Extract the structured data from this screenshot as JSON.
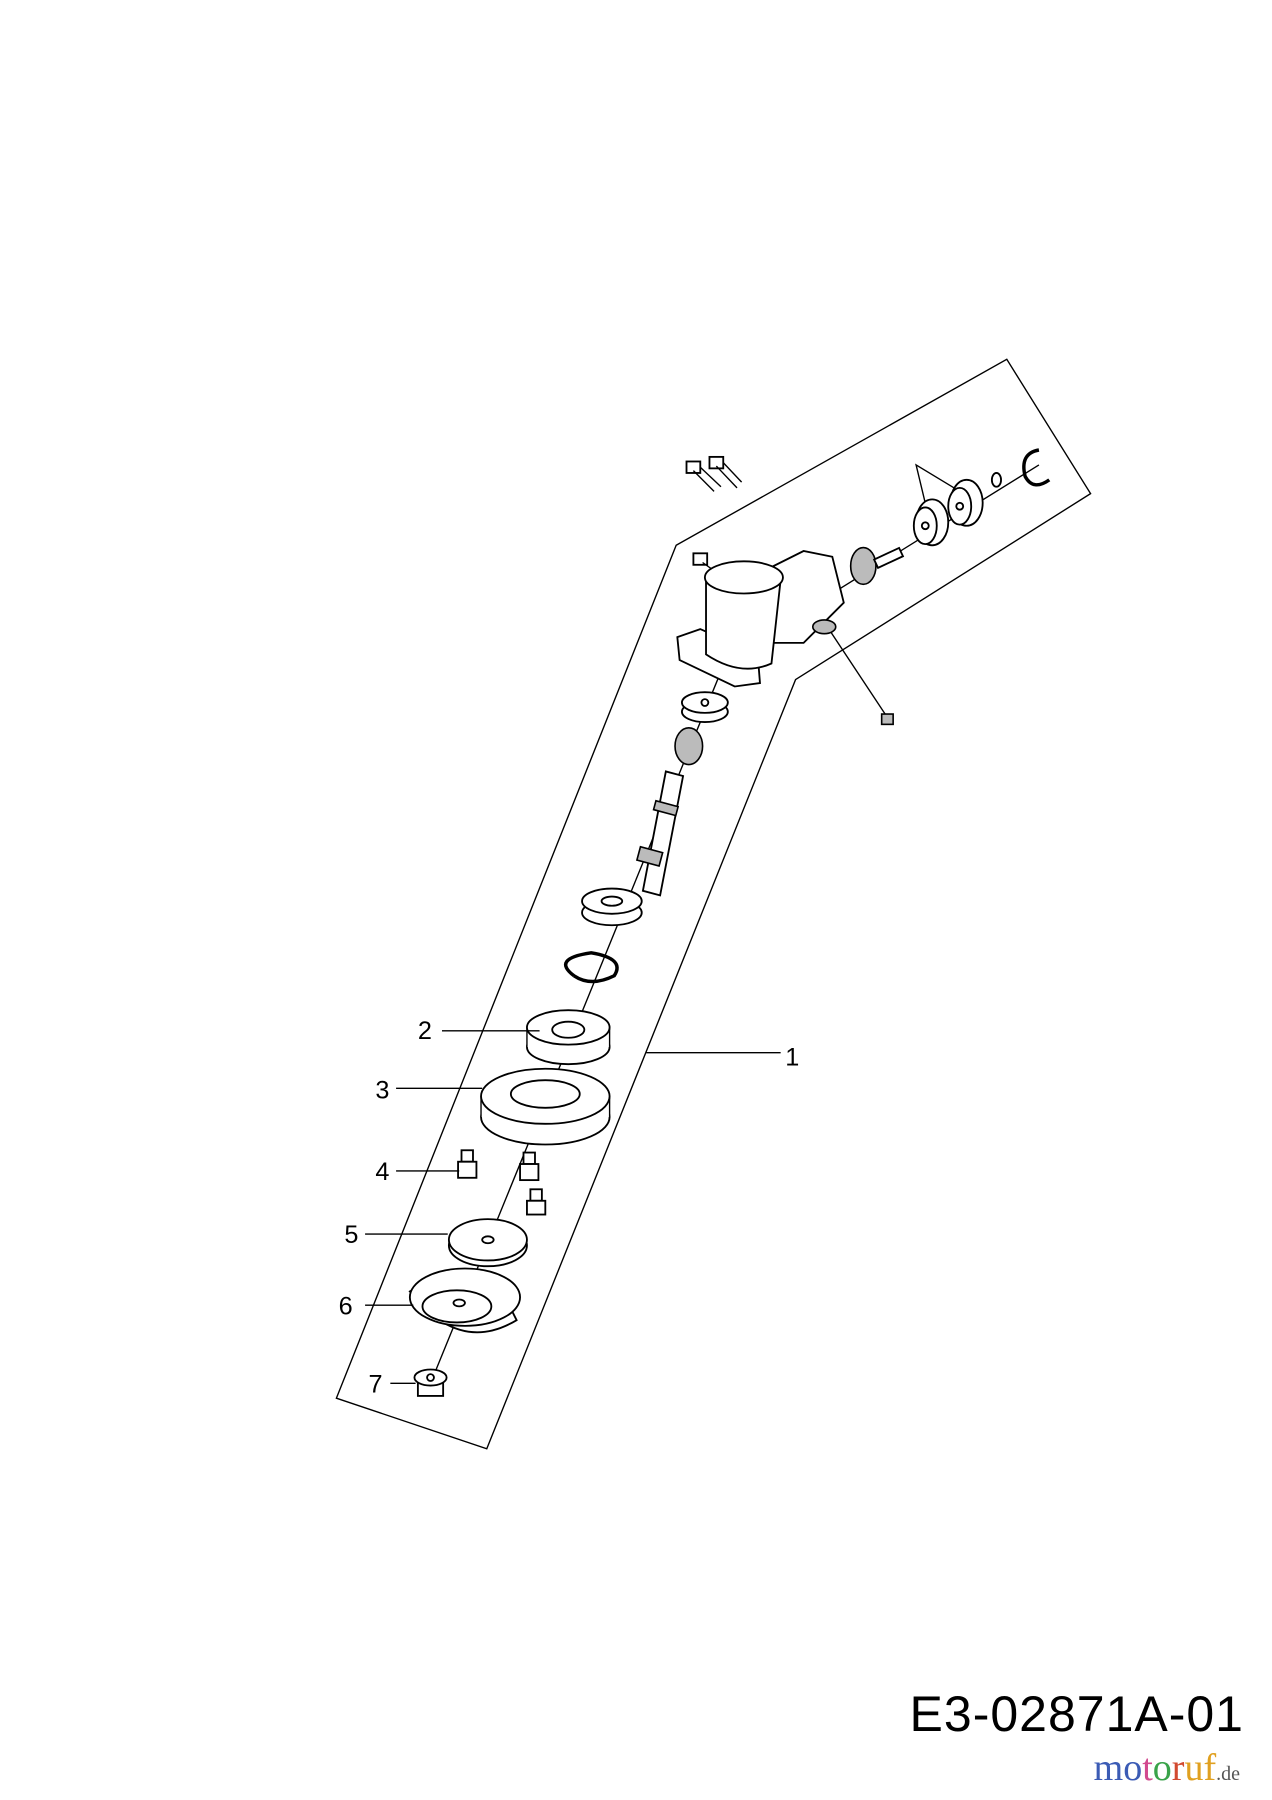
{
  "diagram": {
    "callouts": [
      "1",
      "2",
      "3",
      "4",
      "5",
      "6",
      "7"
    ],
    "drawing_code": "E3-02871A-01",
    "watermark": {
      "text": "motoruf",
      "suffix": ".de",
      "colors": [
        "#3b5bb5",
        "#d24a8f",
        "#3aa34a",
        "#e0a020"
      ]
    }
  }
}
